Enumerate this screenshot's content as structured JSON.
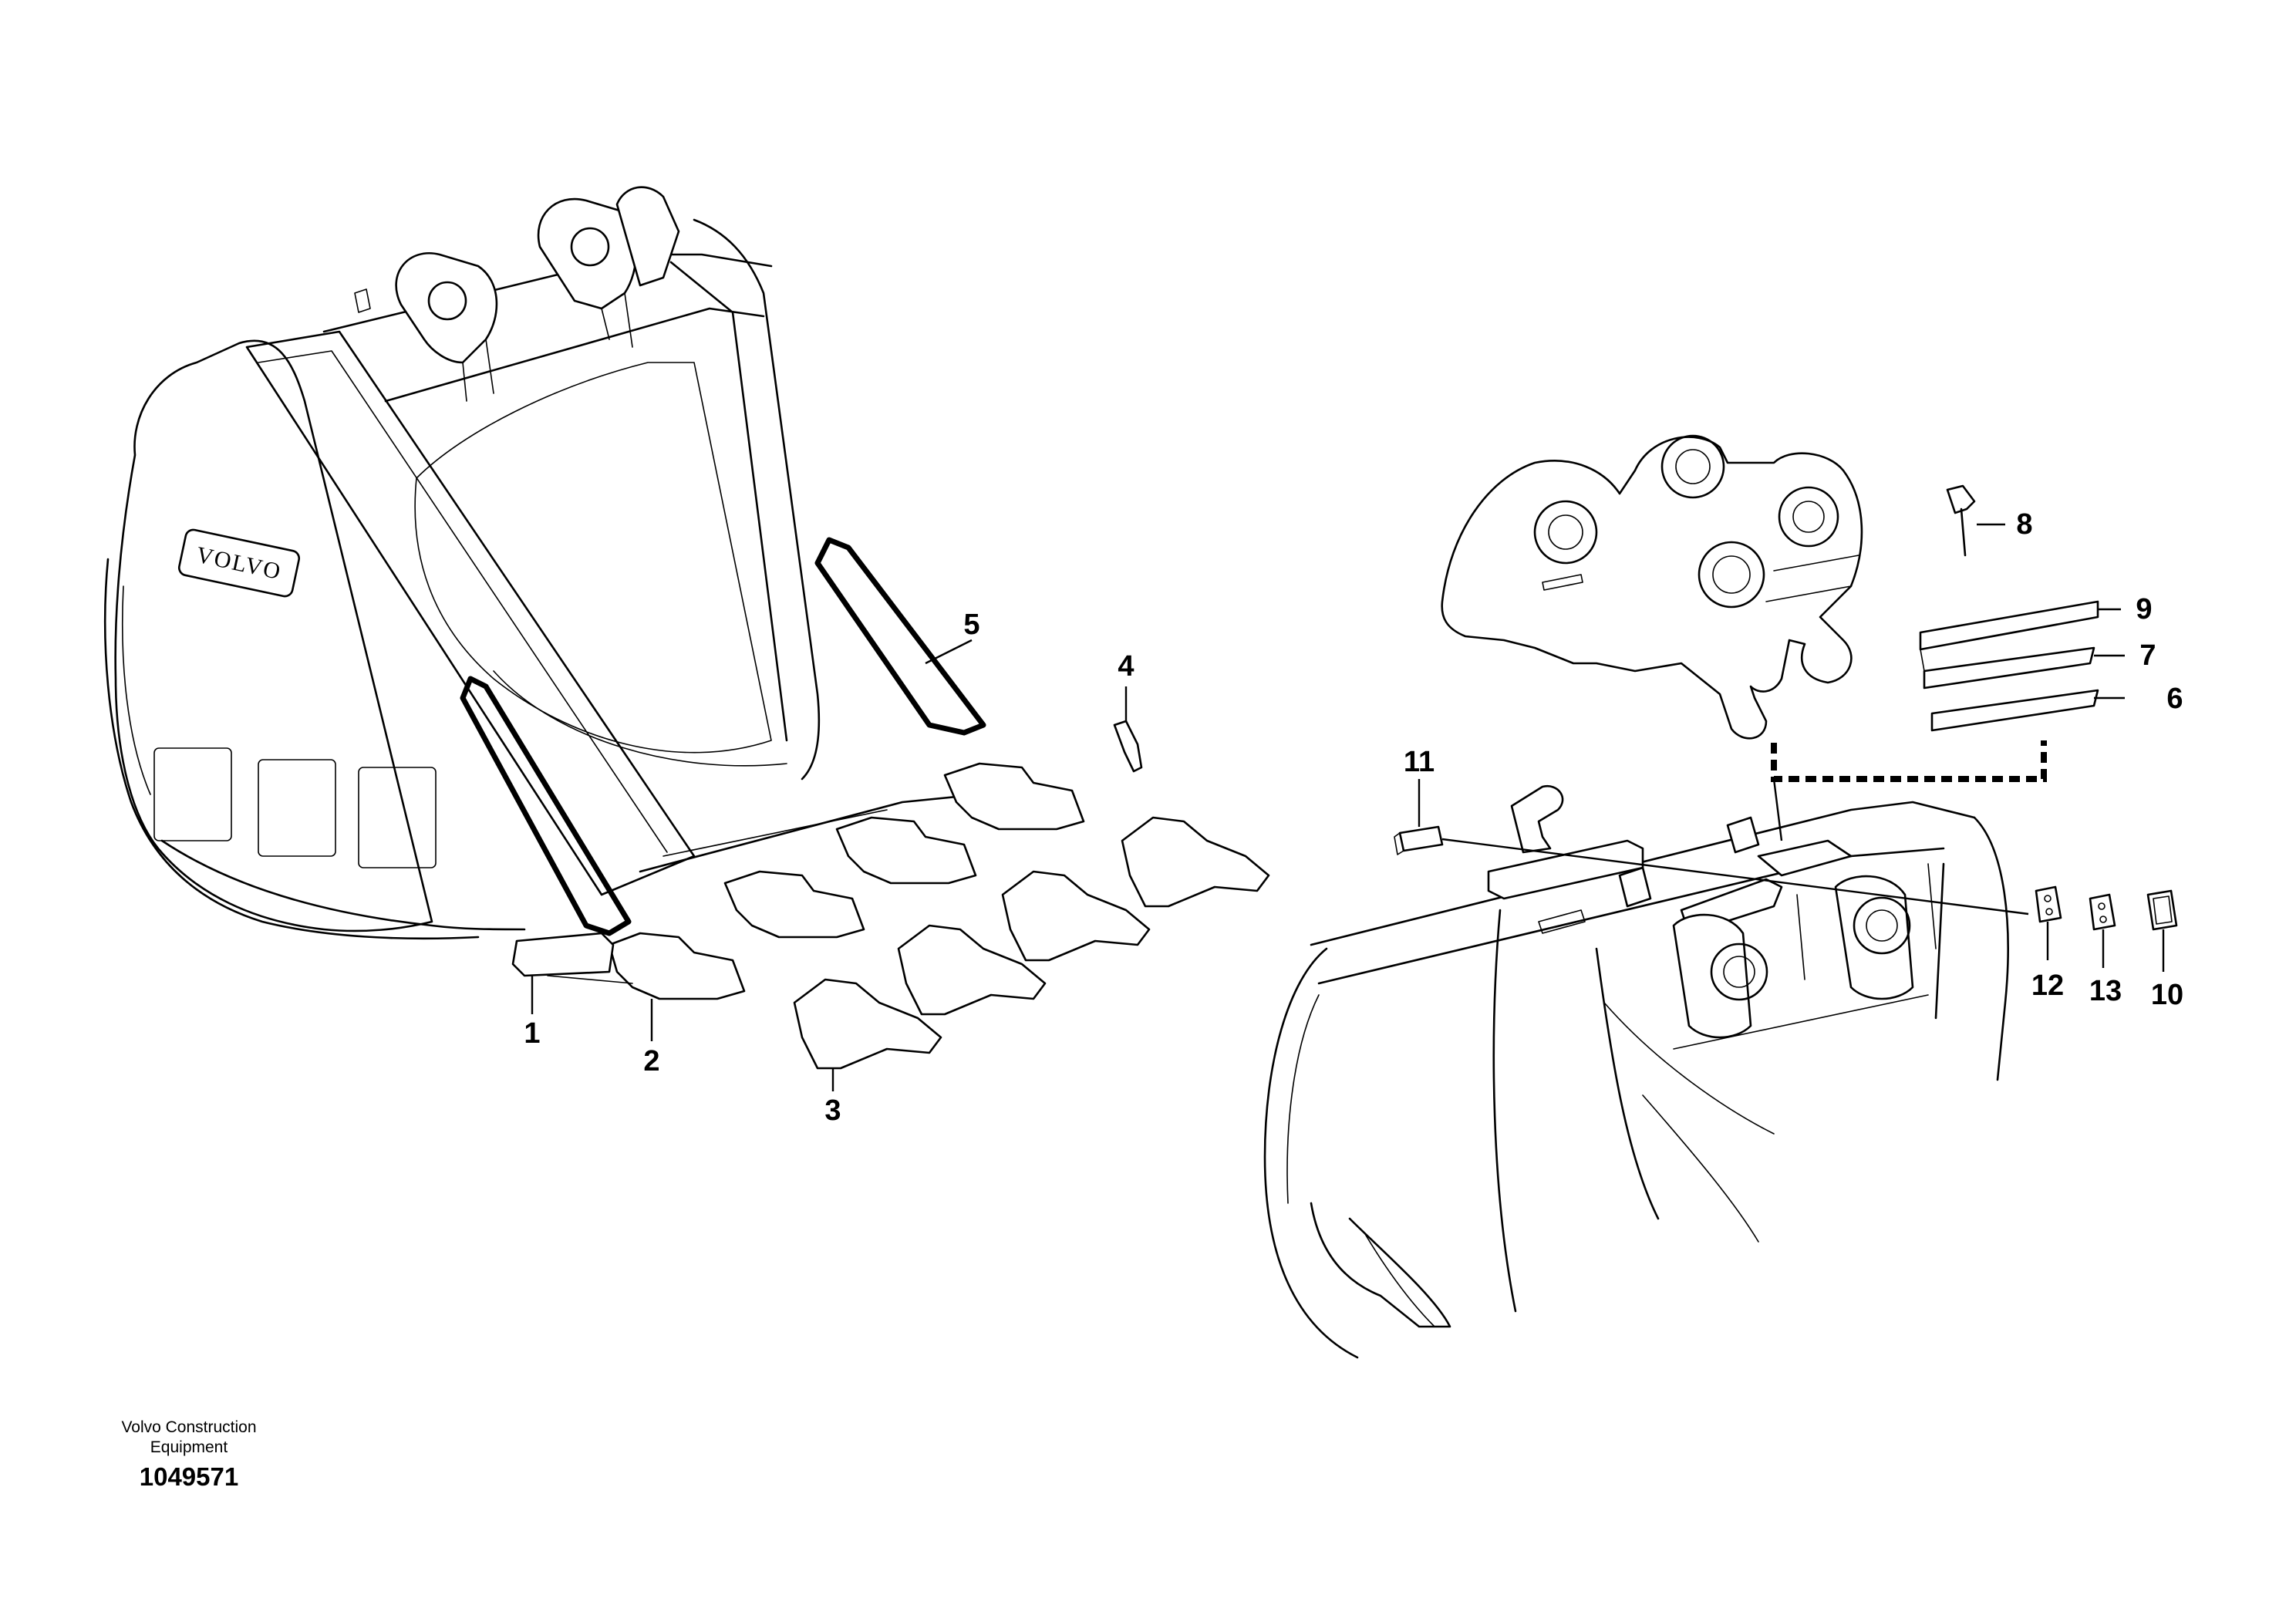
{
  "diagram": {
    "brand_plate": "VOLVO",
    "callouts": [
      "1",
      "2",
      "3",
      "4",
      "5",
      "6",
      "7",
      "8",
      "9",
      "10",
      "11",
      "12",
      "13"
    ]
  },
  "footer": {
    "company_line1": "Volvo Construction",
    "company_line2": "Equipment",
    "drawing_number": "1049571"
  }
}
